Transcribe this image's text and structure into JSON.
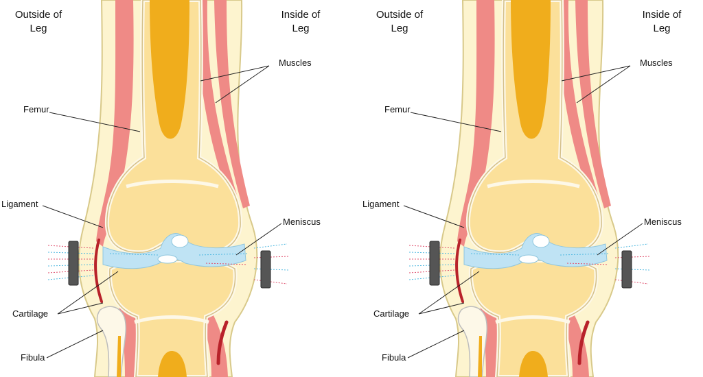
{
  "diagrams": [
    {
      "header_left": [
        "Outside of",
        "Leg"
      ],
      "header_right": [
        "Inside of",
        "Leg"
      ],
      "labels": {
        "muscles": "Muscles",
        "femur": "Femur",
        "ligament": "Ligament",
        "meniscus": "Meniscus",
        "cartilage": "Cartilage",
        "fibula": "Fibula"
      }
    },
    {
      "header_left": [
        "Outside of",
        "Leg"
      ],
      "header_right": [
        "Inside of",
        "Leg"
      ],
      "labels": {
        "muscles": "Muscles",
        "femur": "Femur",
        "ligament": "Ligament",
        "meniscus": "Meniscus",
        "cartilage": "Cartilage",
        "fibula": "Fibula"
      }
    }
  ],
  "colors": {
    "skin": "#fdf4cf",
    "skin_outline": "#d8c98a",
    "muscle": "#ef8a86",
    "bone": "#fbe09a",
    "marrow": "#f0ad1c",
    "bone_outline": "#d4c08a",
    "periosteum": "#fdf8e8",
    "meniscus": "#bfe3f4",
    "ligament_dark": "#b8222a",
    "pad": "#555555",
    "field_red": "#e0506e",
    "field_blue": "#4fb8e0"
  }
}
